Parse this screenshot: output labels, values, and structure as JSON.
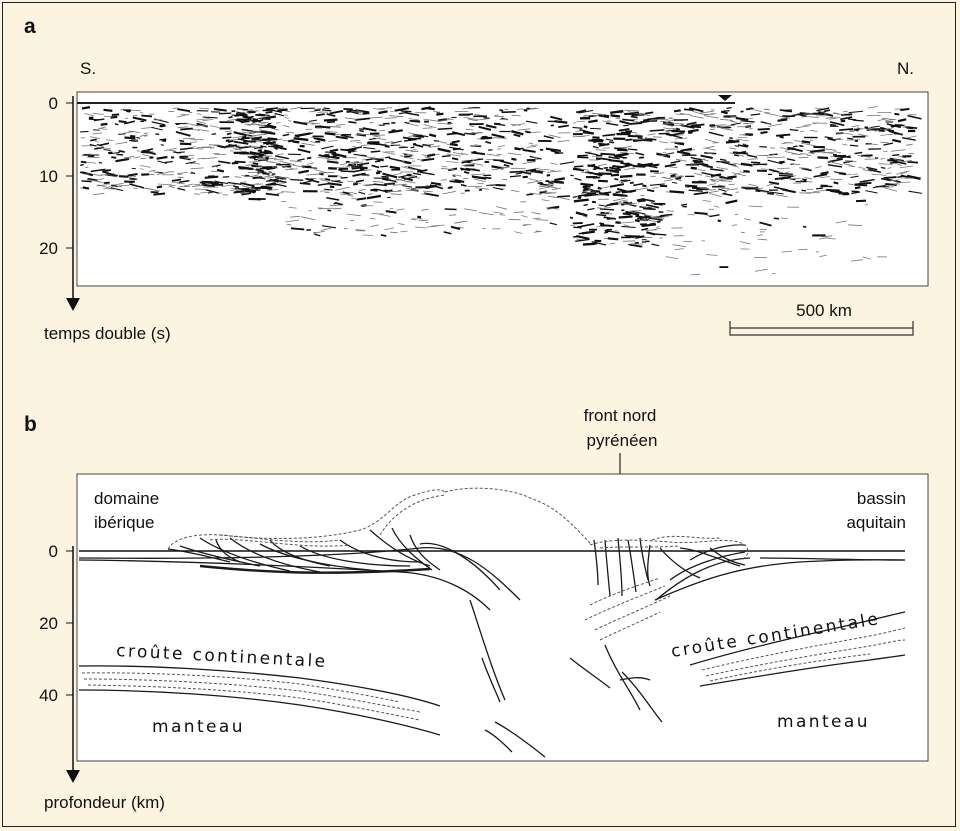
{
  "panel_a": {
    "label": "a",
    "left_label": "S.",
    "right_label": "N.",
    "y_ticks": [
      "0",
      "10",
      "20"
    ],
    "y_axis_label": "temps double (s)",
    "scale_label": "500 km"
  },
  "panel_b": {
    "label": "b",
    "y_ticks": [
      "0",
      "20",
      "40"
    ],
    "y_axis_label": "profondeur (km)",
    "left_domain": [
      "domaine",
      "ibérique"
    ],
    "right_domain": [
      "bassin",
      "aquitain"
    ],
    "front_label": [
      "front nord",
      "pyrénéen"
    ],
    "crust_label": "croûte continentale",
    "mantle_label": "manteau"
  },
  "colors": {
    "background": "#fdf3e1",
    "ink": "#1a1a1a",
    "plot_bg": "#ffffff"
  }
}
